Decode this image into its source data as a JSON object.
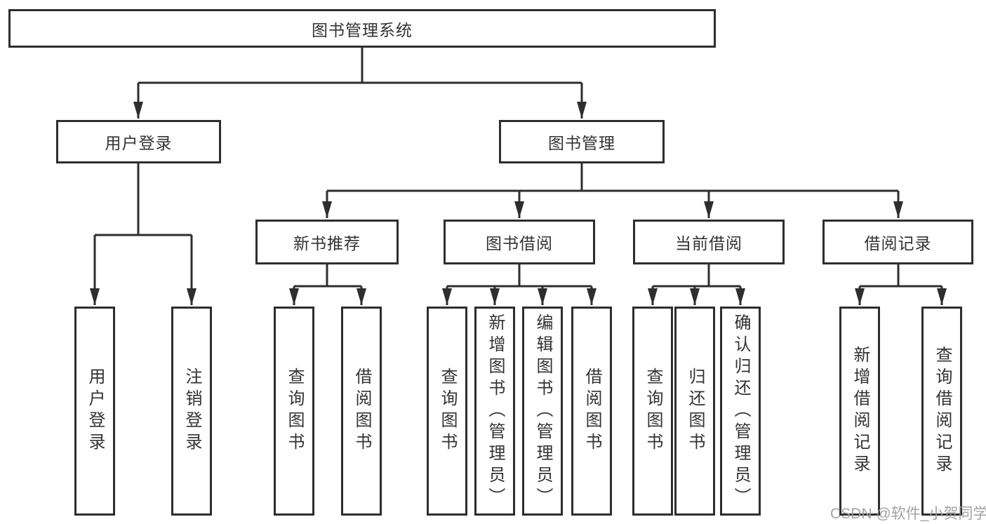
{
  "tree": {
    "root": {
      "label": "图书管理系统"
    },
    "user_login": {
      "label": "用户登录",
      "children": [
        "用户登录",
        "注销登录"
      ]
    },
    "book_management": {
      "label": "图书管理",
      "sections": [
        {
          "label": "新书推荐",
          "children": [
            "查询图书",
            "借阅图书"
          ]
        },
        {
          "label": "图书借阅",
          "children": [
            "查询图书",
            "新增图书（管理员）",
            "编辑图书（管理员）",
            "借阅图书"
          ]
        },
        {
          "label": "当前借阅",
          "children": [
            "查询图书",
            "归还图书",
            "确认归还（管理员）"
          ]
        },
        {
          "label": "借阅记录",
          "children": [
            "新增借阅记录",
            "查询借阅记录"
          ]
        }
      ]
    }
  },
  "watermark": {
    "text": "CSDN @软件_小贺同学"
  },
  "colors": {
    "line": "#2e2e2e",
    "box_border": "#2e2e2e",
    "text": "#333333",
    "watermark": "#9e9e9e",
    "background": "#ffffff"
  }
}
